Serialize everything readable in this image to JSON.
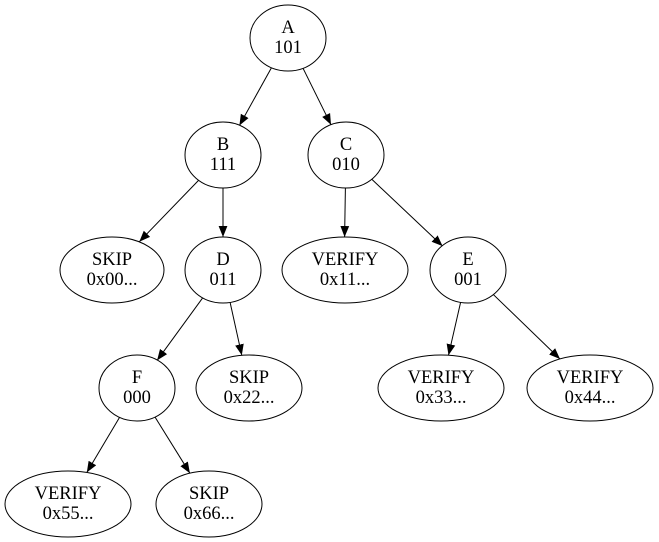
{
  "diagram": {
    "kind": "binary-tree",
    "colors": {
      "background": "#ffffff",
      "node_fill": "#ffffff",
      "node_stroke": "#000000",
      "edge_stroke": "#000000",
      "text": "#000000"
    },
    "nodes": {
      "A": {
        "line1": "A",
        "line2": "101",
        "shape": "circle"
      },
      "B": {
        "line1": "B",
        "line2": "111",
        "shape": "circle"
      },
      "C": {
        "line1": "C",
        "line2": "010",
        "shape": "circle"
      },
      "D": {
        "line1": "D",
        "line2": "011",
        "shape": "circle"
      },
      "E": {
        "line1": "E",
        "line2": "001",
        "shape": "circle"
      },
      "F": {
        "line1": "F",
        "line2": "000",
        "shape": "circle"
      },
      "skip00": {
        "line1": "SKIP",
        "line2": "0x00...",
        "shape": "ellipse"
      },
      "verify11": {
        "line1": "VERIFY",
        "line2": "0x11...",
        "shape": "ellipse"
      },
      "skip22": {
        "line1": "SKIP",
        "line2": "0x22...",
        "shape": "ellipse"
      },
      "verify33": {
        "line1": "VERIFY",
        "line2": "0x33...",
        "shape": "ellipse"
      },
      "verify44": {
        "line1": "VERIFY",
        "line2": "0x44...",
        "shape": "ellipse"
      },
      "verify55": {
        "line1": "VERIFY",
        "line2": "0x55...",
        "shape": "ellipse"
      },
      "skip66": {
        "line1": "SKIP",
        "line2": "0x66...",
        "shape": "ellipse"
      }
    },
    "edges": [
      {
        "from": "A",
        "to": "B"
      },
      {
        "from": "A",
        "to": "C"
      },
      {
        "from": "B",
        "to": "skip00"
      },
      {
        "from": "B",
        "to": "D"
      },
      {
        "from": "C",
        "to": "verify11"
      },
      {
        "from": "C",
        "to": "E"
      },
      {
        "from": "D",
        "to": "F"
      },
      {
        "from": "D",
        "to": "skip22"
      },
      {
        "from": "E",
        "to": "verify33"
      },
      {
        "from": "E",
        "to": "verify44"
      },
      {
        "from": "F",
        "to": "verify55"
      },
      {
        "from": "F",
        "to": "skip66"
      }
    ]
  }
}
